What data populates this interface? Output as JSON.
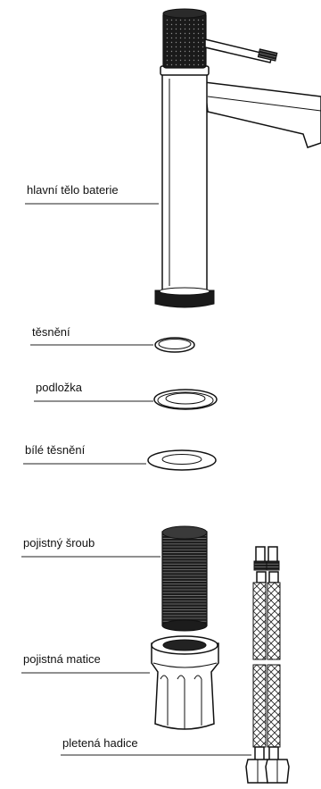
{
  "diagram": {
    "labels": {
      "body": "hlavní tělo baterie",
      "gasket": "těsnění",
      "washer": "podložka",
      "white_gasket": "bílé těsnění",
      "lock_screw": "pojistný šroub",
      "lock_nut": "pojistná matice",
      "braided_hose": "pletená hadice"
    }
  }
}
